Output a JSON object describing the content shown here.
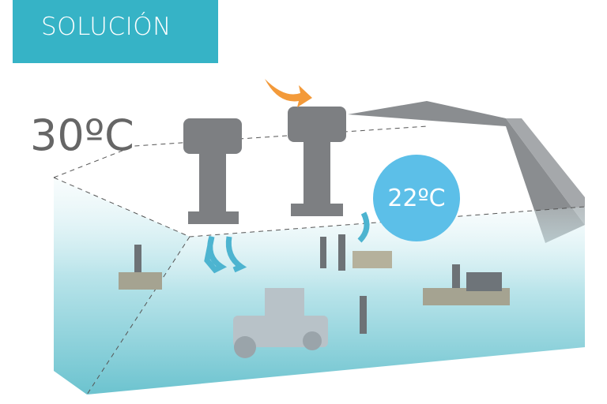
{
  "header": {
    "title": "SOLUCIÓN"
  },
  "temperatures": {
    "outside": "30ºC",
    "inside": "22ºC"
  },
  "colors": {
    "banner": "#36b3c6",
    "inside_badge": "#5cbfe8",
    "water": "#8fd3dc",
    "unit": "#7d7f82",
    "arrow_hot": "#f39a3a"
  }
}
